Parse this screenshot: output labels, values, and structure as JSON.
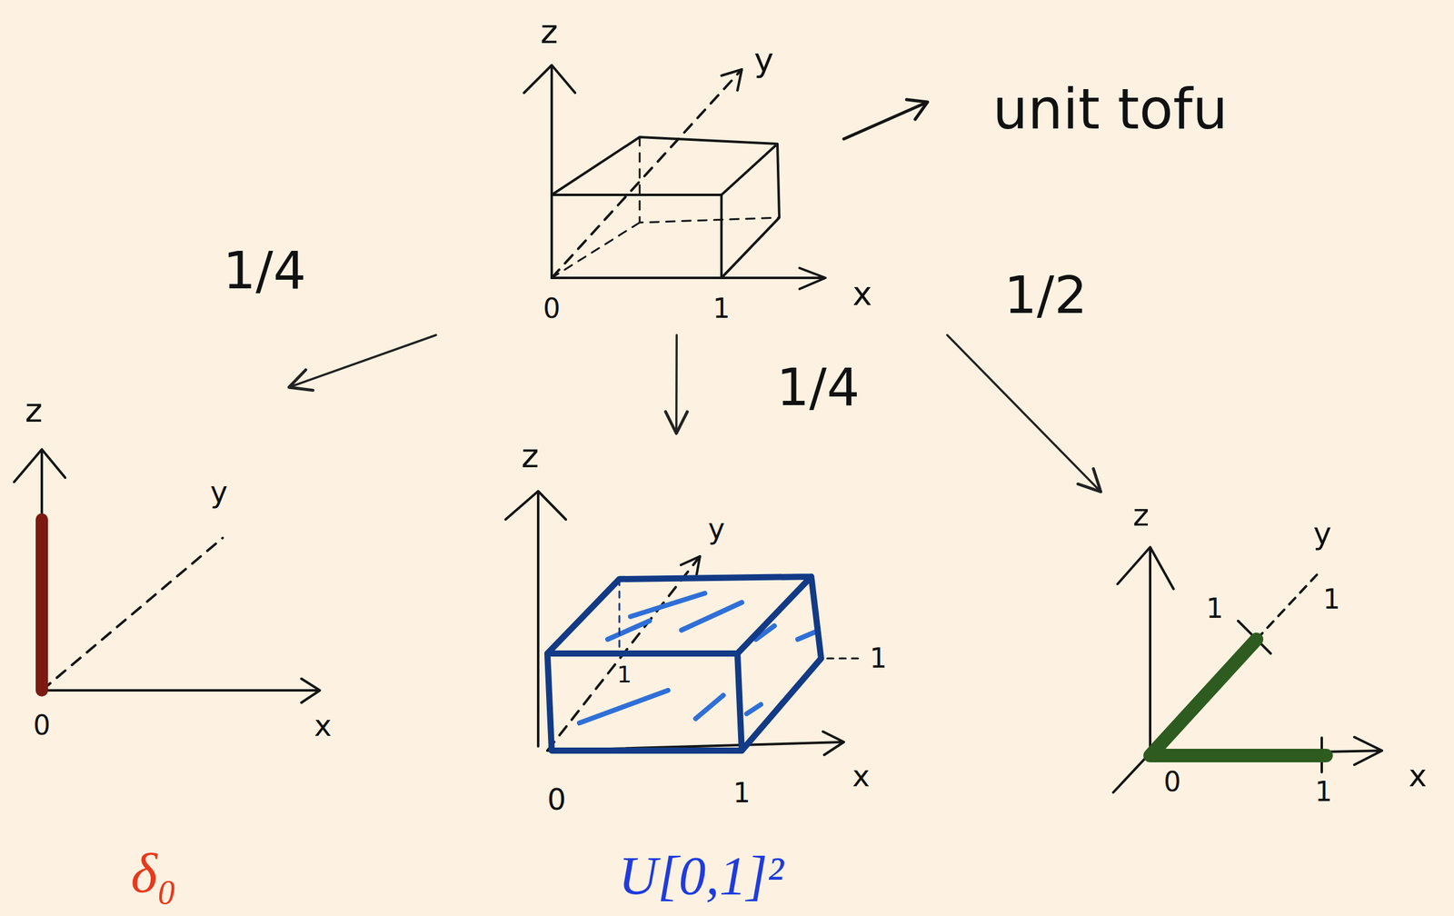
{
  "diagram": {
    "nodes": [
      {
        "text": [
          "z",
          "y",
          "x",
          "0",
          "1",
          "unit tofu"
        ]
      },
      {
        "text": [
          "z",
          "y",
          "0",
          "x",
          "δ₀"
        ]
      },
      {
        "text": [
          "z",
          "y",
          "1",
          "1",
          "0",
          "1",
          "x",
          "U[0,1]²"
        ]
      },
      {
        "text": [
          "z",
          "y",
          "1",
          "1",
          "0",
          "1",
          "x"
        ]
      }
    ],
    "edges": [
      {
        "from": 0,
        "to": 1,
        "label": "1/4",
        "arrow": "to"
      },
      {
        "from": 0,
        "to": 2,
        "label": "1/4",
        "arrow": "to"
      },
      {
        "from": 0,
        "to": 3,
        "label": "1/2",
        "arrow": "to"
      }
    ]
  }
}
